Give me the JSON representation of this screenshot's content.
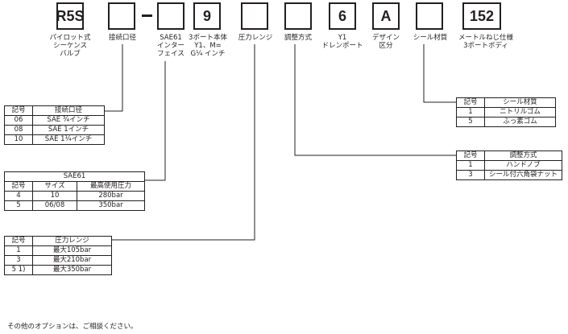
{
  "boxes": [
    "R5S",
    "",
    "",
    "9",
    "",
    "",
    "6",
    "A",
    "",
    "152"
  ],
  "labels": {
    "valve": "パイロット式\nシーケンス\nバルブ",
    "connection": "接続口径",
    "sae61": "SAE61\nインター\nフェイス",
    "port": "3ポート本体\nY1、M=\nG¼ インチ",
    "pressure": "圧力レンジ",
    "adjust": "調整方式",
    "drain": "Y1\nドレンポート",
    "design": "デザイン\n区分",
    "seal": "シール材質",
    "screw": "メートルねじ仕様\n3ポートボディ"
  },
  "tables": {
    "connection": {
      "headers": [
        "記号",
        "接続口径"
      ],
      "rows": [
        [
          "06",
          "SAE ¾インチ"
        ],
        [
          "08",
          "SAE 1インチ"
        ],
        [
          "10",
          "SAE 1¼インチ"
        ]
      ]
    },
    "sae61": {
      "title": "SAE61",
      "headers": [
        "記号",
        "サイズ",
        "最高使用圧力"
      ],
      "rows": [
        [
          "4",
          "10",
          "280bar"
        ],
        [
          "5",
          "06/08",
          "350bar"
        ]
      ]
    },
    "pressure": {
      "headers": [
        "記号",
        "圧力レンジ"
      ],
      "rows": [
        [
          "1",
          "最大105bar"
        ],
        [
          "3",
          "最大210bar"
        ],
        [
          "5 1)",
          "最大350bar"
        ]
      ]
    },
    "seal": {
      "headers": [
        "記号",
        "シール材質"
      ],
      "rows": [
        [
          "1",
          "ニトリルゴム"
        ],
        [
          "5",
          "ふっ素ゴム"
        ]
      ]
    },
    "adjust": {
      "headers": [
        "記号",
        "調整方式"
      ],
      "rows": [
        [
          "1",
          "ハンドノブ"
        ],
        [
          "3",
          "シール付六角袋ナット"
        ]
      ]
    }
  },
  "note": "その他のオプションは、ご相談ください。"
}
